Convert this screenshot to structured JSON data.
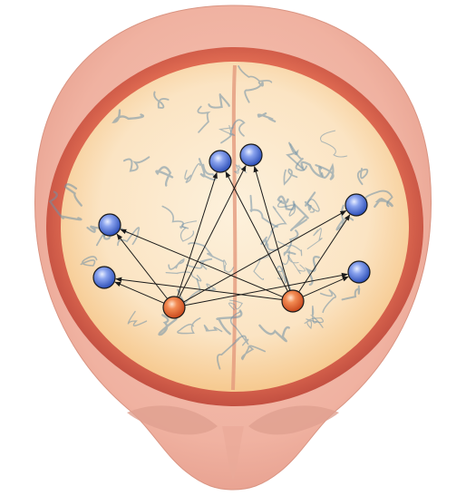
{
  "figure": {
    "background": "#ffffff",
    "skin_color": "#f2b6a6",
    "skin_shadow": "#e49a8a",
    "skull_rim_color": "#c94f43",
    "cortex_color": "#fbe3c2",
    "gyri_line_color": "#6f8fa6",
    "source_node_color": "#e2622f",
    "target_node_color": "#3f62c9",
    "arrow_color": "#1a1a1a"
  },
  "nodes": [
    {
      "id": "S1",
      "role": "source"
    },
    {
      "id": "S2",
      "role": "source"
    },
    {
      "id": "T1",
      "role": "target"
    },
    {
      "id": "T2",
      "role": "target"
    },
    {
      "id": "T3",
      "role": "target"
    },
    {
      "id": "T4",
      "role": "target"
    },
    {
      "id": "T5",
      "role": "target"
    },
    {
      "id": "T6",
      "role": "target"
    }
  ],
  "connections": [
    {
      "from": "S1",
      "to": "T1"
    },
    {
      "from": "S1",
      "to": "T2"
    },
    {
      "from": "S1",
      "to": "T3"
    },
    {
      "from": "S1",
      "to": "T4"
    },
    {
      "from": "S1",
      "to": "T5"
    },
    {
      "from": "S1",
      "to": "T6"
    },
    {
      "from": "S2",
      "to": "T1"
    },
    {
      "from": "S2",
      "to": "T2"
    },
    {
      "from": "S2",
      "to": "T3"
    },
    {
      "from": "S2",
      "to": "T4"
    },
    {
      "from": "S2",
      "to": "T5"
    },
    {
      "from": "S2",
      "to": "T6"
    }
  ]
}
